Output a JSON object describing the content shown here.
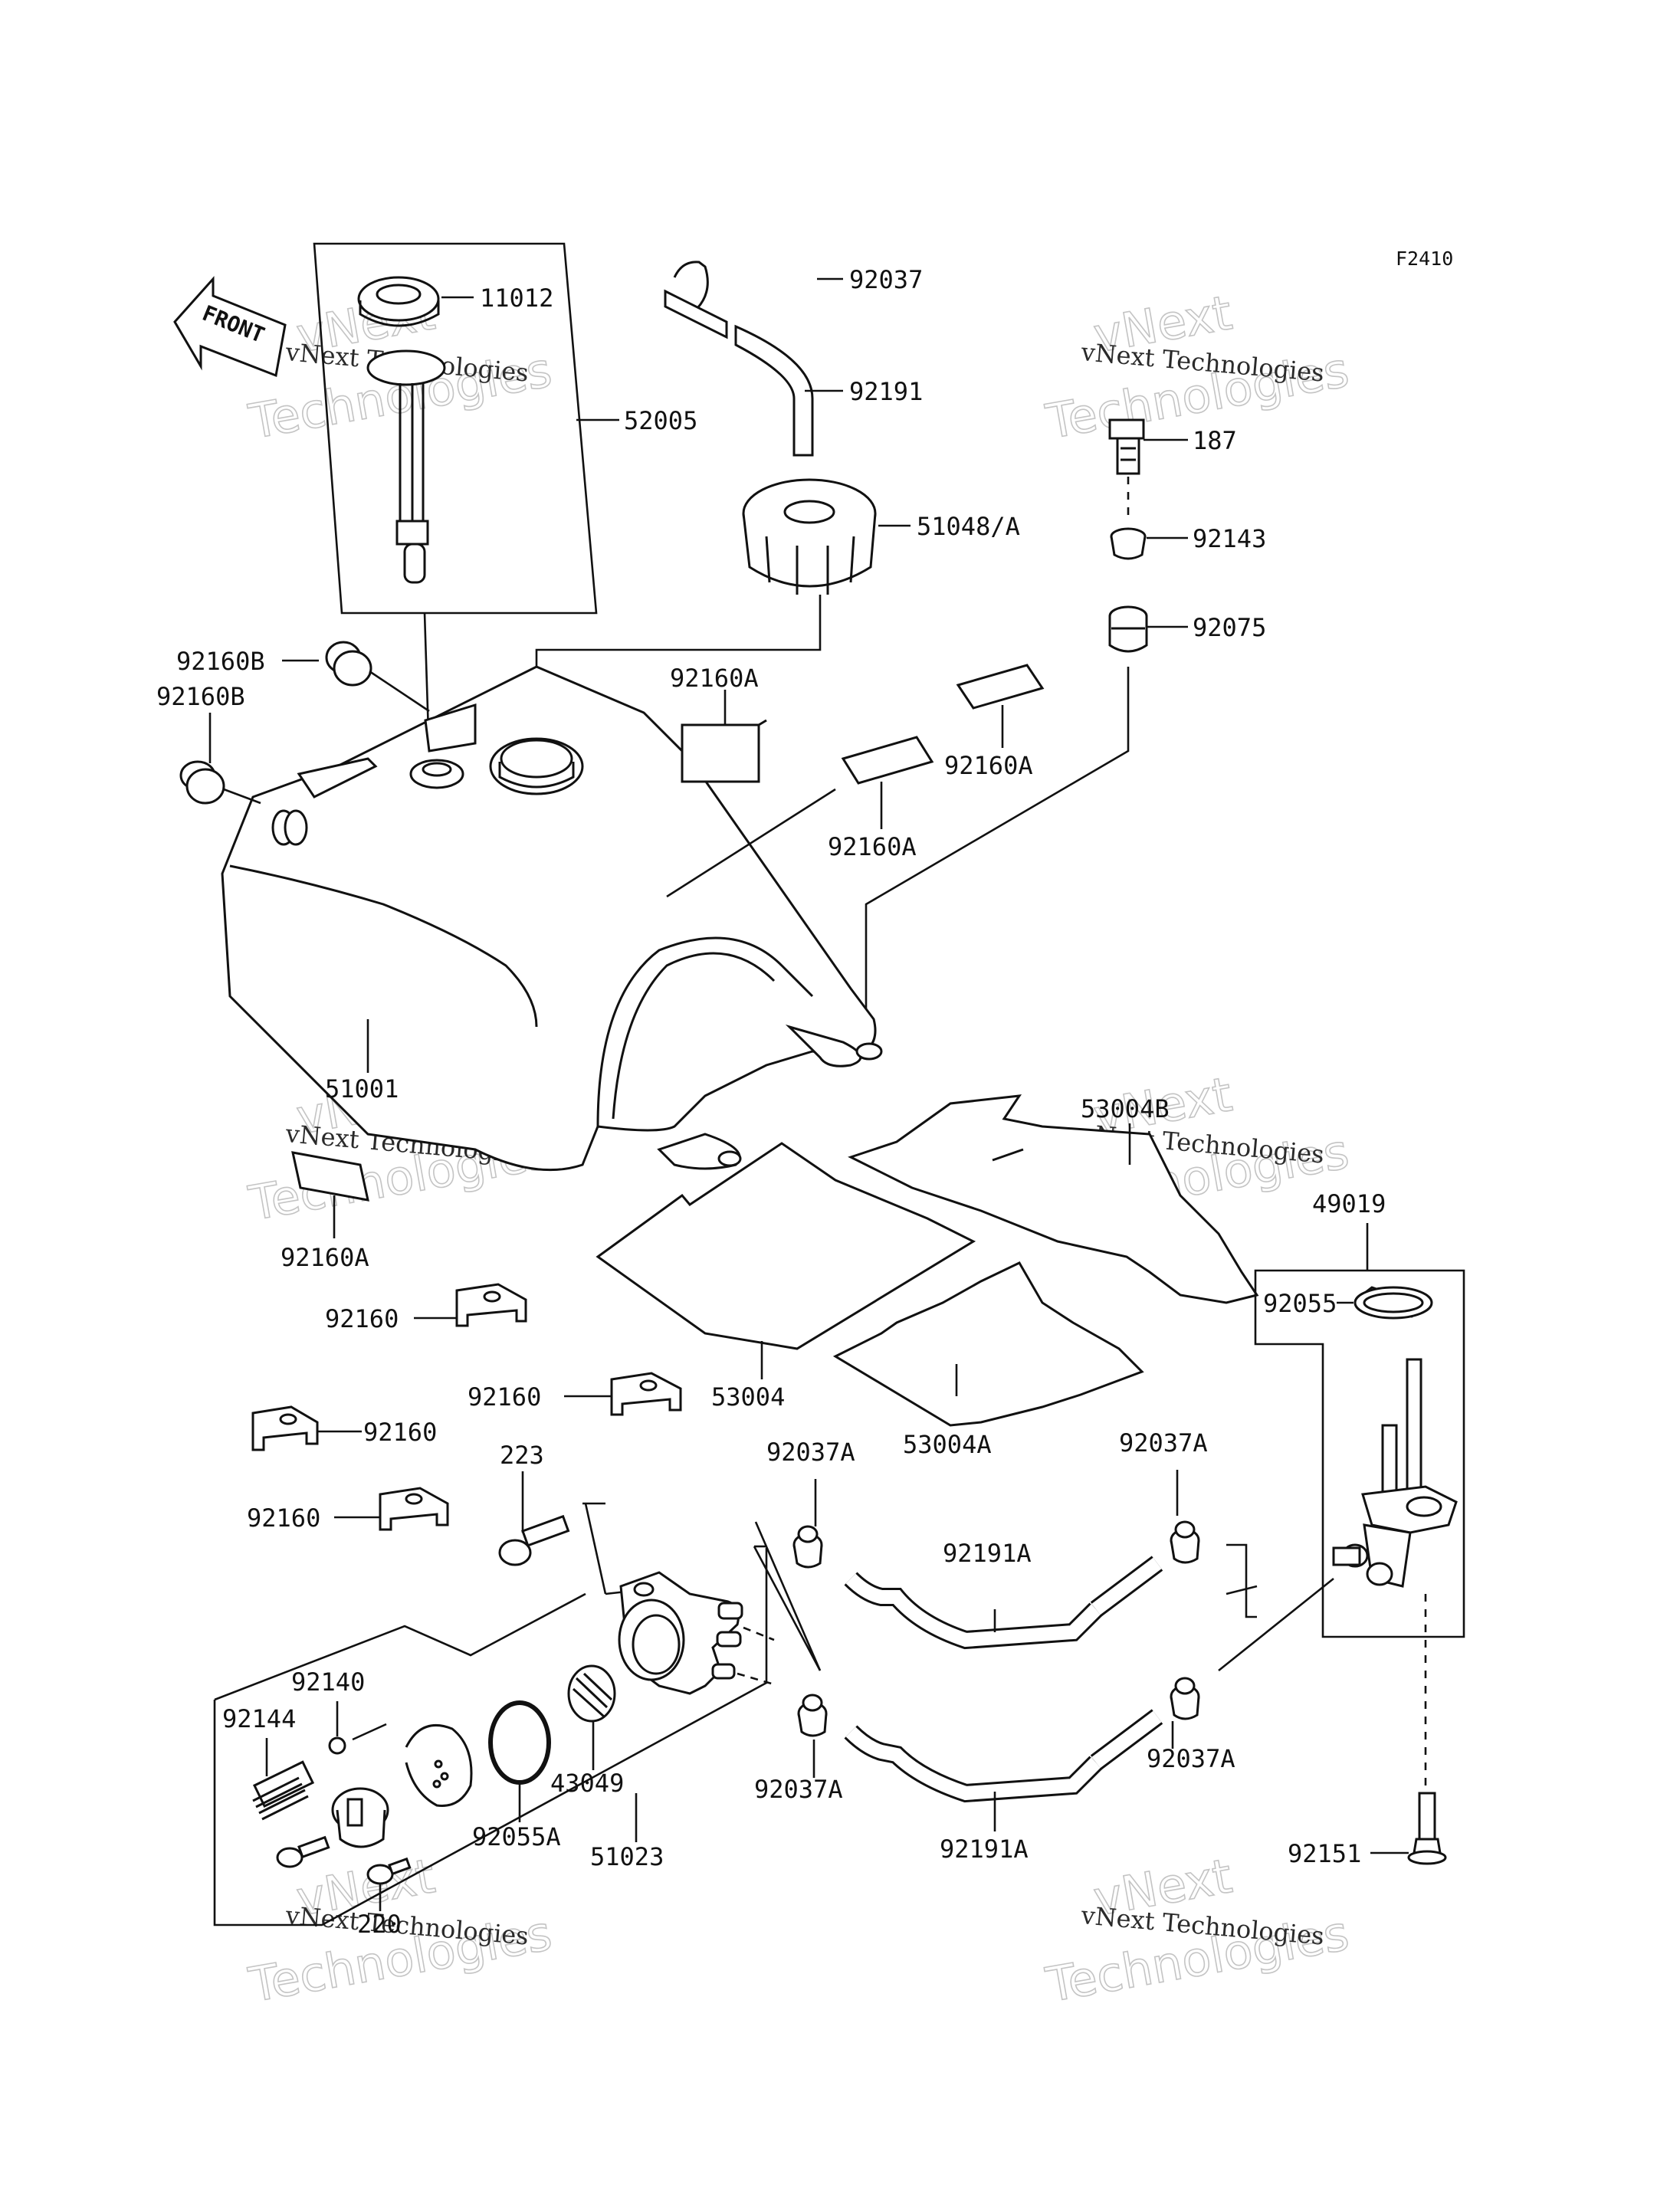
{
  "figure_code": "F2410",
  "front_label": "FRONT",
  "watermark": {
    "line1": "vNext Technologies",
    "line2": "vNext Technologies"
  },
  "parts": {
    "p11012": "11012",
    "p52005": "52005",
    "p92037": "92037",
    "p92191": "92191",
    "p51048": "51048/A",
    "p187": "187",
    "p92143": "92143",
    "p92075": "92075",
    "p92160B_1": "92160B",
    "p92160B_2": "92160B",
    "p92160A_1": "92160A",
    "p92160A_2": "92160A",
    "p92160A_3": "92160A",
    "p92160A_4": "92160A",
    "p51001": "51001",
    "p53004B": "53004B",
    "p49019": "49019",
    "p92055": "92055",
    "p53004": "53004",
    "p53004A": "53004A",
    "p92160_1": "92160",
    "p92160_2": "92160",
    "p92160_3": "92160",
    "p92160_4": "92160",
    "p223": "223",
    "p92037A_1": "92037A",
    "p92037A_2": "92037A",
    "p92037A_3": "92037A",
    "p92037A_4": "92037A",
    "p92191A_1": "92191A",
    "p92191A_2": "92191A",
    "p92140": "92140",
    "p92144": "92144",
    "p43049": "43049",
    "p92055A": "92055A",
    "p51023": "51023",
    "p220": "220",
    "p92151": "92151"
  }
}
